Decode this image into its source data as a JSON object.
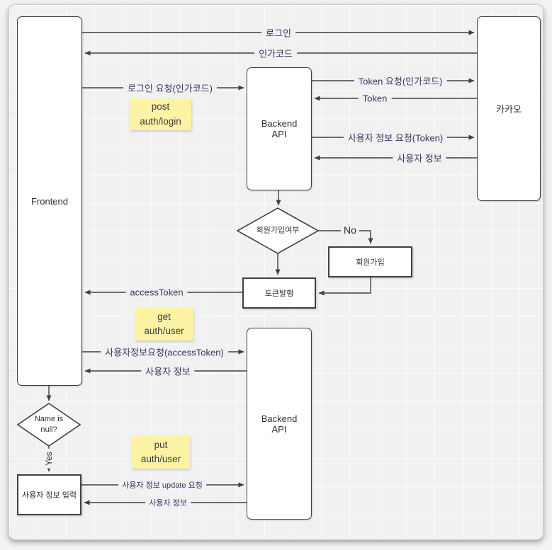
{
  "diagram": {
    "nodes": {
      "frontend": {
        "label": "Frontend"
      },
      "kakao": {
        "label": "카카오"
      },
      "backend_api_top": {
        "label": "Backend API"
      },
      "backend_api_bottom": {
        "label": "Backend API"
      },
      "signup_check": {
        "label": "회원가입여부"
      },
      "signup": {
        "label": "회원가입"
      },
      "token_issue": {
        "label": "토큰발행"
      },
      "name_null_check": {
        "label": "Name is null?"
      },
      "user_info_input": {
        "label": "사용자 정보 입력"
      }
    },
    "edges": {
      "login": "로그인",
      "auth_code": "인가코드",
      "login_request": "로그인 요청(인가코드)",
      "token_request": "Token 요청(인가코드)",
      "token": "Token",
      "user_info_request_token": "사용자 정보 요청(Token)",
      "user_info_from_kakao": "사용자 정보",
      "access_token": "accessToken",
      "user_info_request_access_token": "사용자정보요청(accessToken)",
      "user_info_from_backend": "사용자 정보",
      "user_info_update_request": "사용자 정보 update 요청",
      "user_info_update_response": "사용자 정보"
    },
    "decisions": {
      "no": "No",
      "yes": "Yes"
    },
    "notes": {
      "post_auth_login": [
        "post",
        "auth/login"
      ],
      "get_auth_user": [
        "get",
        "auth/user"
      ],
      "put_auth_user": [
        "put",
        "auth/user"
      ]
    },
    "colors": {
      "canvas_bg": "#f1f1f2",
      "line": "#404040",
      "edge_label": "#3b3560",
      "note_bg": "#fcf3a4"
    }
  }
}
